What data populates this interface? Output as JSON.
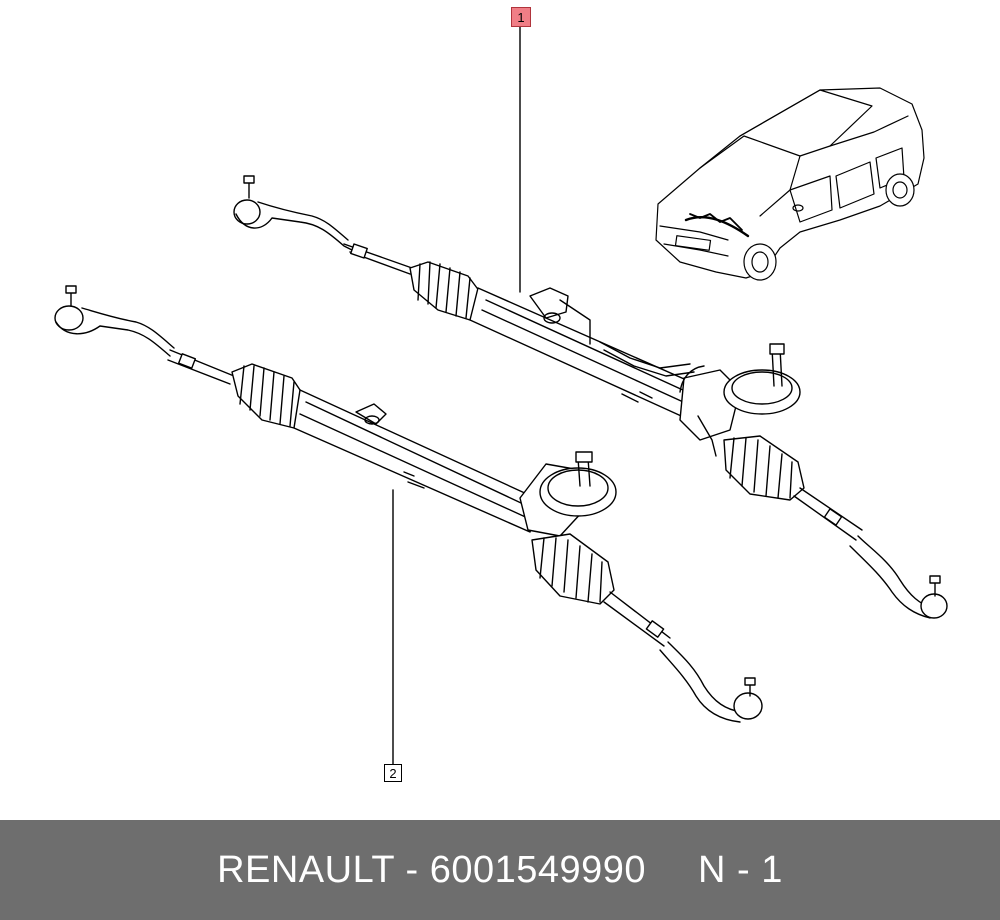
{
  "callouts": {
    "one": "1",
    "two": "2"
  },
  "footer": {
    "part_text": "RENAULT - 6001549990",
    "page_text": "N - 1"
  },
  "colors": {
    "highlight": "#f07e86",
    "footer_bg": "#6e6e6e",
    "line": "#000000"
  },
  "icons": [
    "steering-rack-assembly-1",
    "steering-rack-assembly-2",
    "vehicle-location-icon"
  ]
}
